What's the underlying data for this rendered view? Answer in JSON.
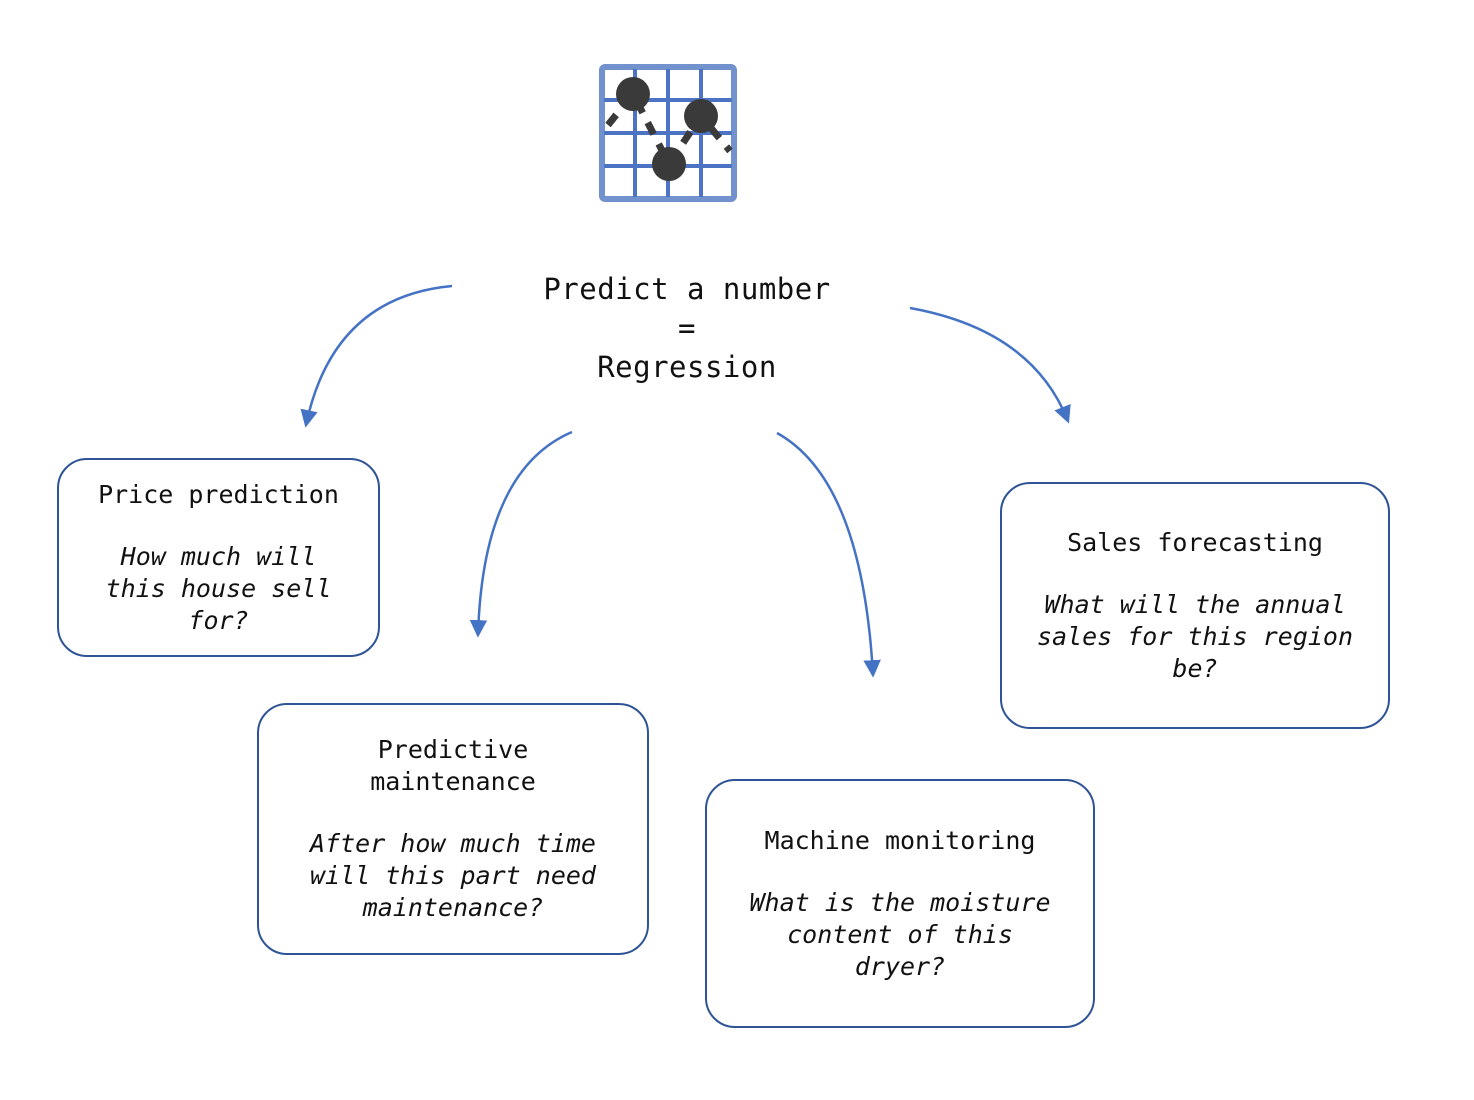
{
  "title": {
    "text": "Predict a number\n=\nRegression"
  },
  "icon": {
    "name": "scatter-chart-icon",
    "description": "grid chart with three dots connected by dashed line"
  },
  "colors": {
    "arrow": "#4472c4",
    "box_border": "#2f5496",
    "text": "#111111",
    "grid_border": "#7292cd",
    "grid_line": "#4d74c4",
    "dot": "#3a3a3a"
  },
  "boxes": [
    {
      "id": "price-prediction",
      "title": "Price prediction",
      "question": "How much will\nthis house sell\nfor?"
    },
    {
      "id": "predictive-maintenance",
      "title": "Predictive\nmaintenance",
      "question": "After how much time\nwill this part need\nmaintenance?"
    },
    {
      "id": "machine-monitoring",
      "title": "Machine monitoring",
      "question": "What is the moisture\ncontent of this\ndryer?"
    },
    {
      "id": "sales-forecasting",
      "title": "Sales forecasting",
      "question": "What will the annual\nsales for this region\nbe?"
    }
  ]
}
